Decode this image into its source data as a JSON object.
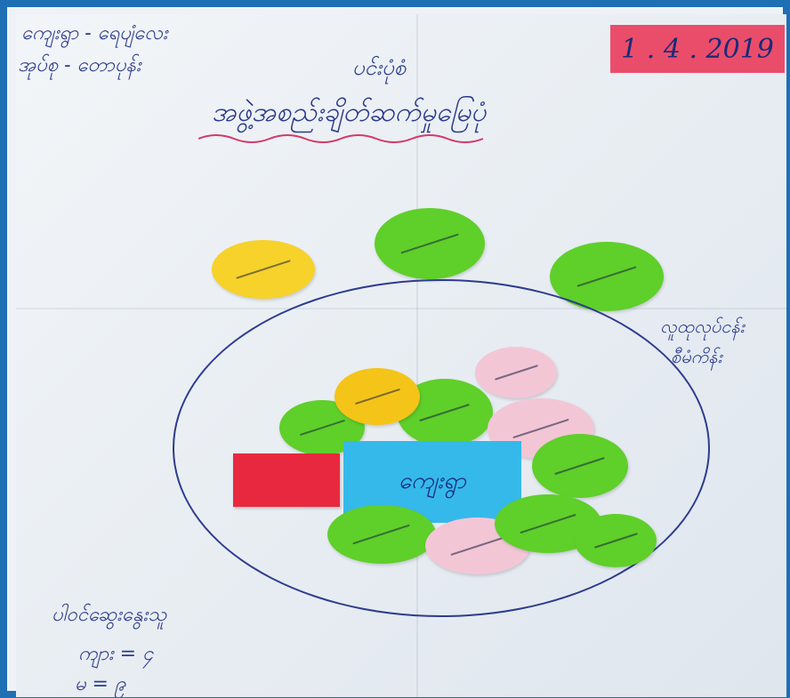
{
  "handwriting": {
    "top_left_line1": "ကျေးရွာ - ရေပျံလေး",
    "top_left_line2": "အုပ်စု - တောပုန်း",
    "subtitle": "ပင်းပုံစံ",
    "title": "အဖွဲ့အစည်းချိတ်ဆက်မှုမြေပုံ",
    "date": "1 . 4 . 2019",
    "side_note_line1": "လူထုလုပ်ငန်း",
    "side_note_line2": "စီမံကိန်း",
    "center_label": "ကျေးရွာ",
    "bottom_label": "ပါဝင်ဆွေးနွေးသူ",
    "count_male": "ကျား = ၄",
    "count_female": "မ = ၉"
  },
  "colors": {
    "frame": "#1f6fb5",
    "ink": "#2a3a8a",
    "green_note": "#5fcf2a",
    "yellow_note": "#f6d22a",
    "pink_note": "#f3c6d6",
    "blue_note": "#35b9ea",
    "red_note": "#e8283f",
    "date_note": "#ea4d6a"
  }
}
